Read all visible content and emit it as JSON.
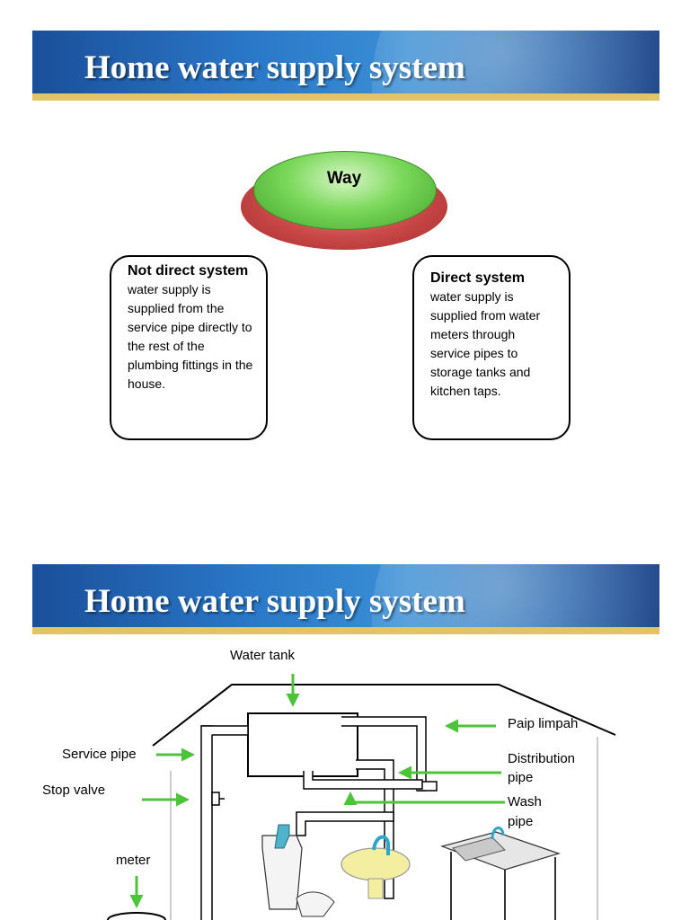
{
  "slides": [
    {
      "title": "Home water supply system",
      "center_button": "Way",
      "cards": [
        {
          "heading": "Not direct system",
          "body": "water supply is supplied from the service pipe directly to the rest of the plumbing fittings in the house."
        },
        {
          "heading": "Direct system",
          "body": "water supply is supplied from water meters through service pipes to storage tanks and kitchen taps."
        }
      ]
    },
    {
      "title": "Home water supply system",
      "labels": {
        "water_tank": "Water tank",
        "paip_limpah": "Paip limpah",
        "service_pipe": "Service pipe",
        "distribution_pipe_1": "Distribution",
        "distribution_pipe_2": "pipe",
        "stop_valve": "Stop valve",
        "wash_pipe_1": "Wash",
        "wash_pipe_2": "pipe",
        "meter": "meter"
      }
    }
  ],
  "colors": {
    "banner_blue": "#2a78c8",
    "banner_gold": "#e3c463",
    "arrow_green": "#4cc43a",
    "way_green": "#7bd85a",
    "way_red": "#c94747"
  }
}
